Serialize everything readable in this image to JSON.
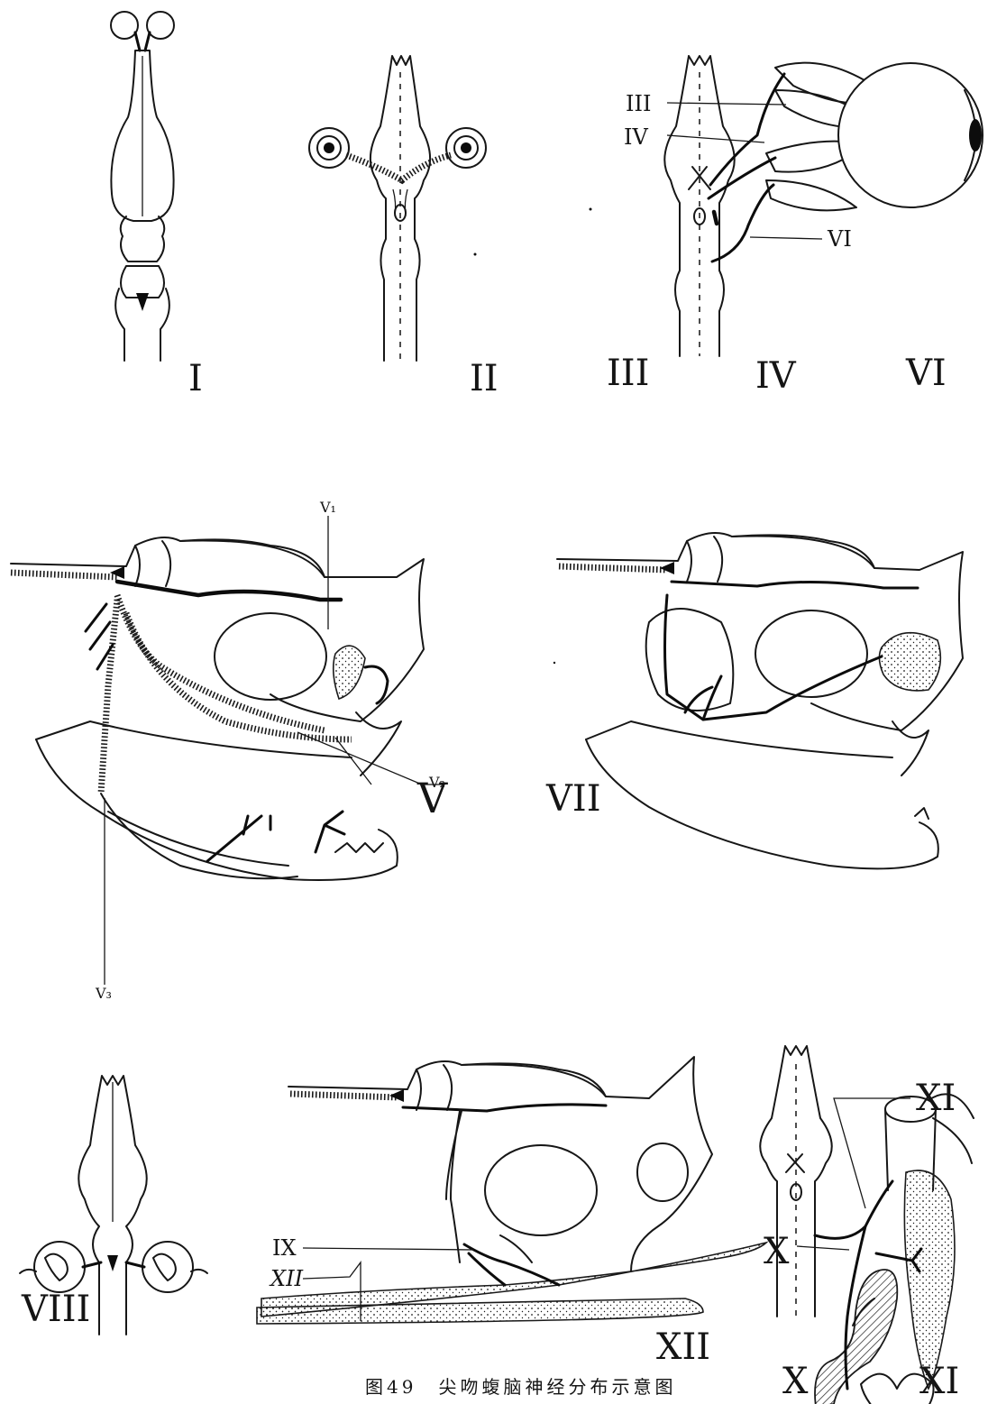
{
  "panels": {
    "olfactory": {
      "label": "I"
    },
    "optic": {
      "label": "II"
    },
    "eye_muscle": {
      "label_oculomotor": "III",
      "label_trochlear": "IV",
      "label_abducens": "VI",
      "pointer_oculomotor": "III",
      "pointer_trochlear": "IV",
      "pointer_abducens": "VI"
    },
    "trigeminal": {
      "label": "V",
      "pointer_ophthalmic": "V₁",
      "pointer_maxillary": "V₂",
      "pointer_mandibular": "V₃"
    },
    "facial": {
      "label": "VII"
    },
    "auditory": {
      "label": "VIII"
    },
    "glossopharyngeal_hypoglossal": {
      "label": "XII",
      "pointer_glossopharyngeal": "IX",
      "pointer_hypoglossal": "XII"
    },
    "vagus_accessory": {
      "pointer_accessory": "XI",
      "pointer_vagus": "X",
      "label_vagus": "X",
      "label_accessory": "XI"
    }
  },
  "caption": "图49　尖吻蝮脑神经分布示意图",
  "colors": {
    "ink": "#141414",
    "paper": "#ffffff"
  }
}
